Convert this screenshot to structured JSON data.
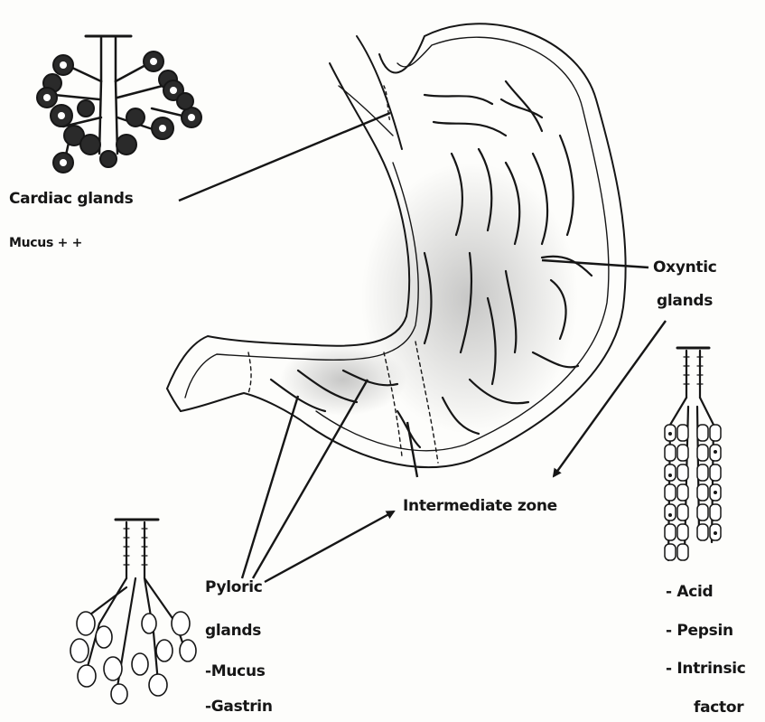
{
  "labels": {
    "cardiac_glands": "Cardiac glands",
    "cardiac_secretion": "Mucus + +",
    "oxyntic_line1": "Oxyntic",
    "oxyntic_line2": "glands",
    "intermediate_zone": "Intermediate zone",
    "pyloric_line1": "Pyloric",
    "pyloric_line2": "glands",
    "pyloric_secretion_1": "-Mucus",
    "pyloric_secretion_2": "-Gastrin",
    "oxyntic_secretion_1": "- Acid",
    "oxyntic_secretion_2": "- Pepsin",
    "oxyntic_secretion_3": "- Intrinsic",
    "oxyntic_secretion_4": "factor"
  },
  "colors": {
    "ink": "#161616",
    "shade": "#8a8a8a",
    "paper": "#fdfdfb"
  }
}
